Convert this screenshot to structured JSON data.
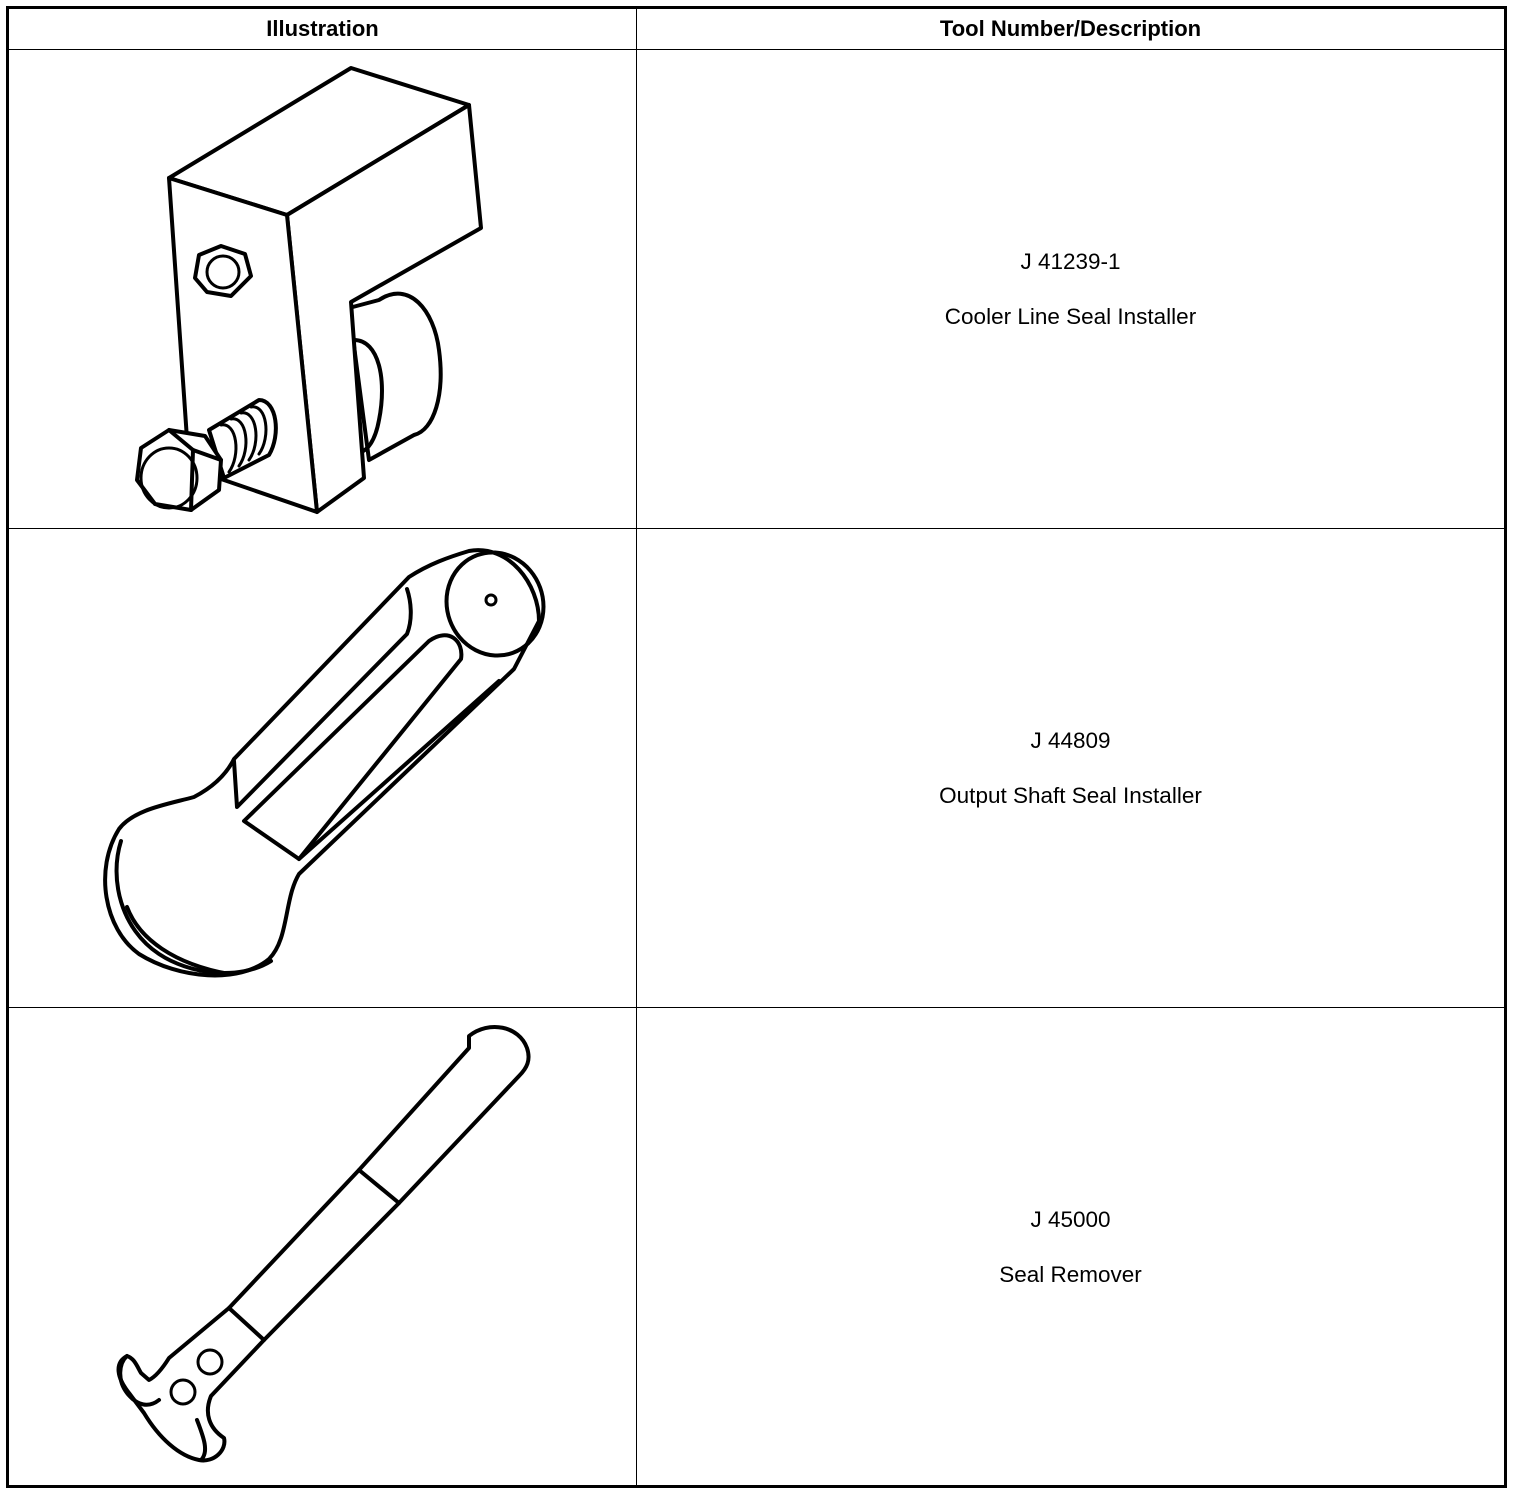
{
  "table": {
    "headers": {
      "illustration": "Illustration",
      "tool": "Tool Number/Description"
    },
    "rows": [
      {
        "illustration_icon": "cooler-line-seal-installer-drawing",
        "tool_number": "J 41239-1",
        "description": "Cooler Line Seal Installer"
      },
      {
        "illustration_icon": "output-shaft-seal-installer-drawing",
        "tool_number": "J 44809",
        "description": "Output Shaft Seal Installer"
      },
      {
        "illustration_icon": "seal-remover-drawing",
        "tool_number": "J 45000",
        "description": "Seal Remover"
      }
    ]
  }
}
